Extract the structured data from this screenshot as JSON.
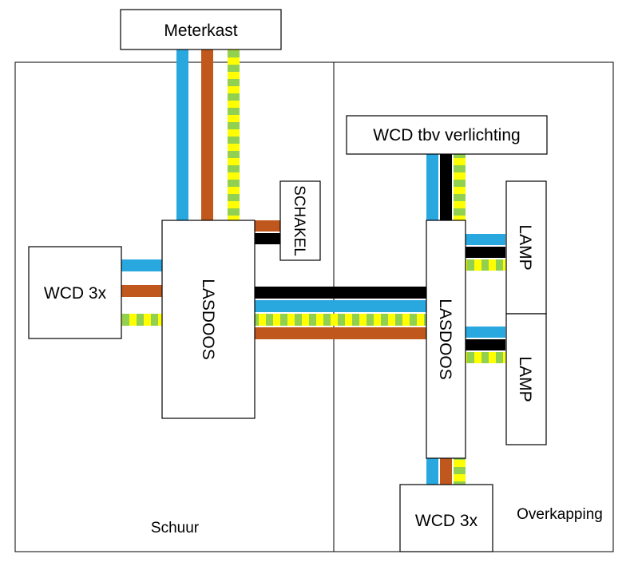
{
  "colors": {
    "blue": "#29A8E0",
    "brown": "#C0581E",
    "black": "#000000",
    "earth_yellow": "#FFFF00",
    "earth_green": "#92D050"
  },
  "labels": {
    "meterkast": "Meterkast",
    "wcd_verlichting": "WCD tbv verlichting",
    "schakel": "SCHAKEL",
    "wcd_left": "WCD 3x",
    "lasdoos_left": "LASDOOS",
    "lasdoos_right": "LASDOOS",
    "lamp_top": "LAMP",
    "lamp_bottom": "LAMP",
    "wcd_bottom": "WCD 3x",
    "schuur": "Schuur",
    "overkapping": "Overkapping"
  }
}
